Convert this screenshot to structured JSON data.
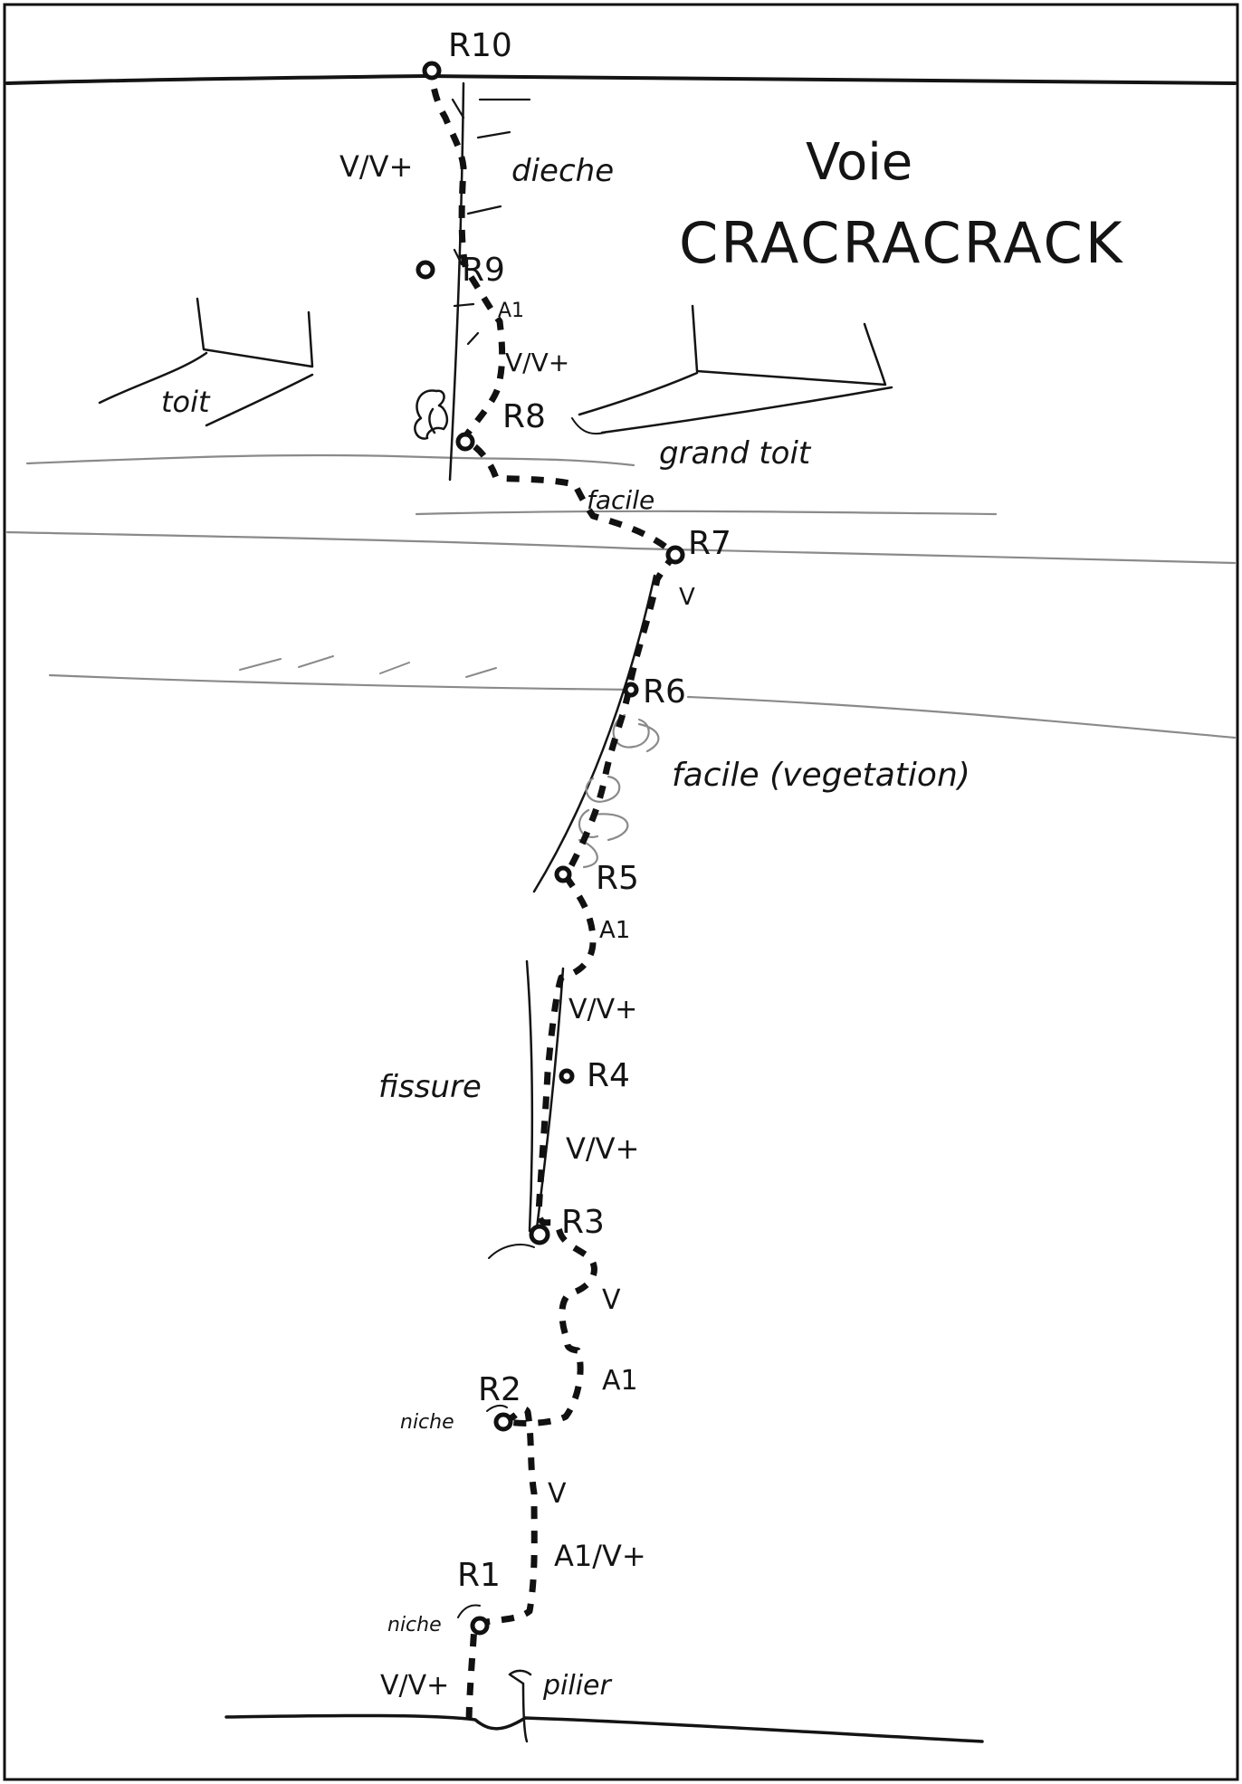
{
  "title": {
    "line1": "Voie",
    "line2": "CRACRACRACK"
  },
  "belays": [
    "R1",
    "R2",
    "R3",
    "R4",
    "R5",
    "R6",
    "R7",
    "R8",
    "R9",
    "R10"
  ],
  "pitch_grades": {
    "p1": "V/V+",
    "p2_lower": "V",
    "p2_upper": "A1/V+",
    "p3_lower": "A1",
    "p3_upper": "V",
    "p4": "V/V+",
    "p5_lower": "V/V+",
    "p5_upper": "A1",
    "p7": "V",
    "p8": "facile",
    "p9_lower": "V/V+",
    "p9_upper": "A1",
    "p10": "V/V+"
  },
  "features": {
    "pilier": "pilier",
    "niche_r1": "niche",
    "niche_r2": "niche",
    "fissure": "fissure",
    "vegetation": "facile (vegetation)",
    "toit": "toit",
    "grand_toit": "grand toit",
    "dieche": "dieche"
  }
}
